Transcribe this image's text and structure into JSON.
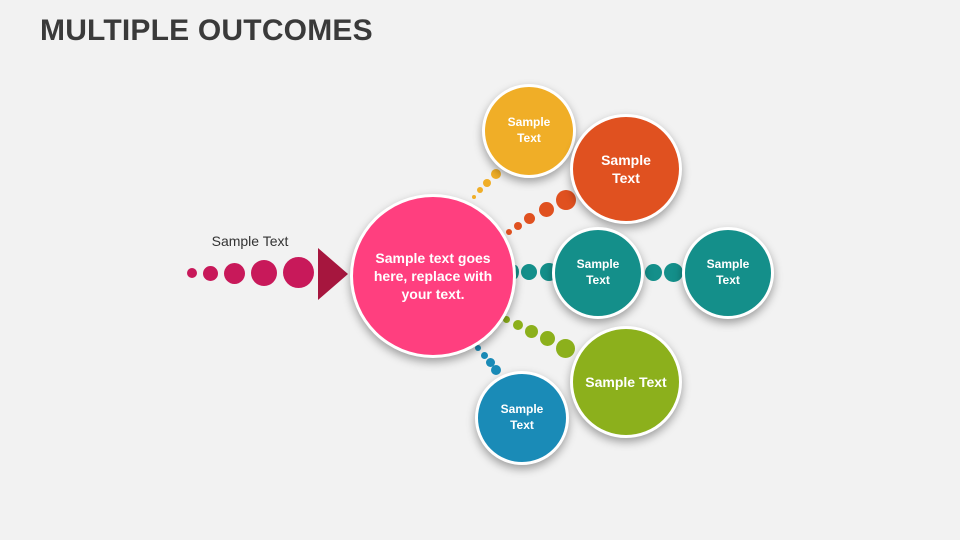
{
  "title": "MULTIPLE OUTCOMES",
  "input_label": "Sample Text",
  "center": {
    "text": "Sample text goes here, replace with your text.",
    "color": "#ff3f7f",
    "border": "#c8195a"
  },
  "colors": {
    "input_dots": "#c8195a",
    "arrow": "#a6163e",
    "yellow": "#f0ae27",
    "orange": "#e05120",
    "teal": "#148f8a",
    "green": "#8cb01c",
    "blue": "#1a8bb7"
  },
  "outcomes": {
    "yellow": "Sample Text",
    "orange": "Sample Text",
    "teal_1": "Sample Text",
    "teal_2": "Sample Text",
    "green": "Sample Text",
    "blue": "Sample Text"
  }
}
